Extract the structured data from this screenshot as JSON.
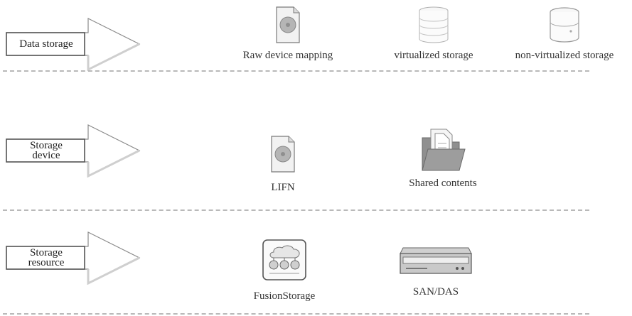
{
  "layers": [
    {
      "label": "Data storage",
      "items": [
        {
          "label": "Raw device mapping",
          "icon": "disk-file-icon"
        },
        {
          "label": "virtualized storage",
          "icon": "database-stack-icon"
        },
        {
          "label": "non-virtualized storage",
          "icon": "database-icon"
        }
      ]
    },
    {
      "label": "Storage\ndevice",
      "items": [
        {
          "label": "LIFN",
          "icon": "disk-file-icon"
        },
        {
          "label": "Shared contents",
          "icon": "folder-documents-icon"
        }
      ]
    },
    {
      "label": "Storage\nresource",
      "items": [
        {
          "label": "FusionStorage",
          "icon": "fusionstorage-cluster-icon"
        },
        {
          "label": "SAN/DAS",
          "icon": "storage-array-icon"
        }
      ]
    }
  ]
}
